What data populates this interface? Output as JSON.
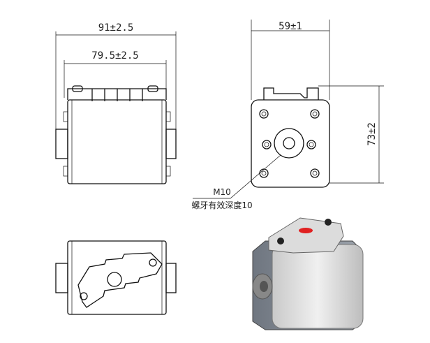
{
  "dimensions": {
    "overall_width": "91±2.5",
    "inner_width": "79.5±2.5",
    "side_width": "59±1",
    "height": "73±2"
  },
  "callout": {
    "thread": "M10",
    "thread_depth": "螺牙有效深度10"
  },
  "colors": {
    "line": "#111111",
    "body_3d": "#d9d9d9",
    "indicator": "#e02020"
  }
}
